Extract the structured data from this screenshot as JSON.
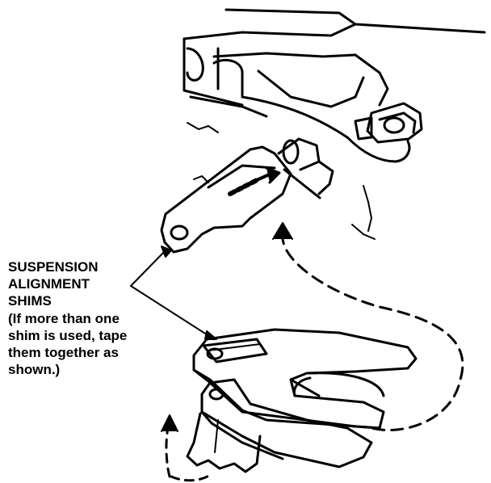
{
  "caption": {
    "title_lines": [
      "SUSPENSION",
      "ALIGNMENT",
      "SHIMS"
    ],
    "note_lines": [
      "(If more than one",
      "shim is used, tape",
      "them together as",
      "shown.)"
    ]
  },
  "colors": {
    "ink": "#000000",
    "paper": "#ffffff"
  }
}
